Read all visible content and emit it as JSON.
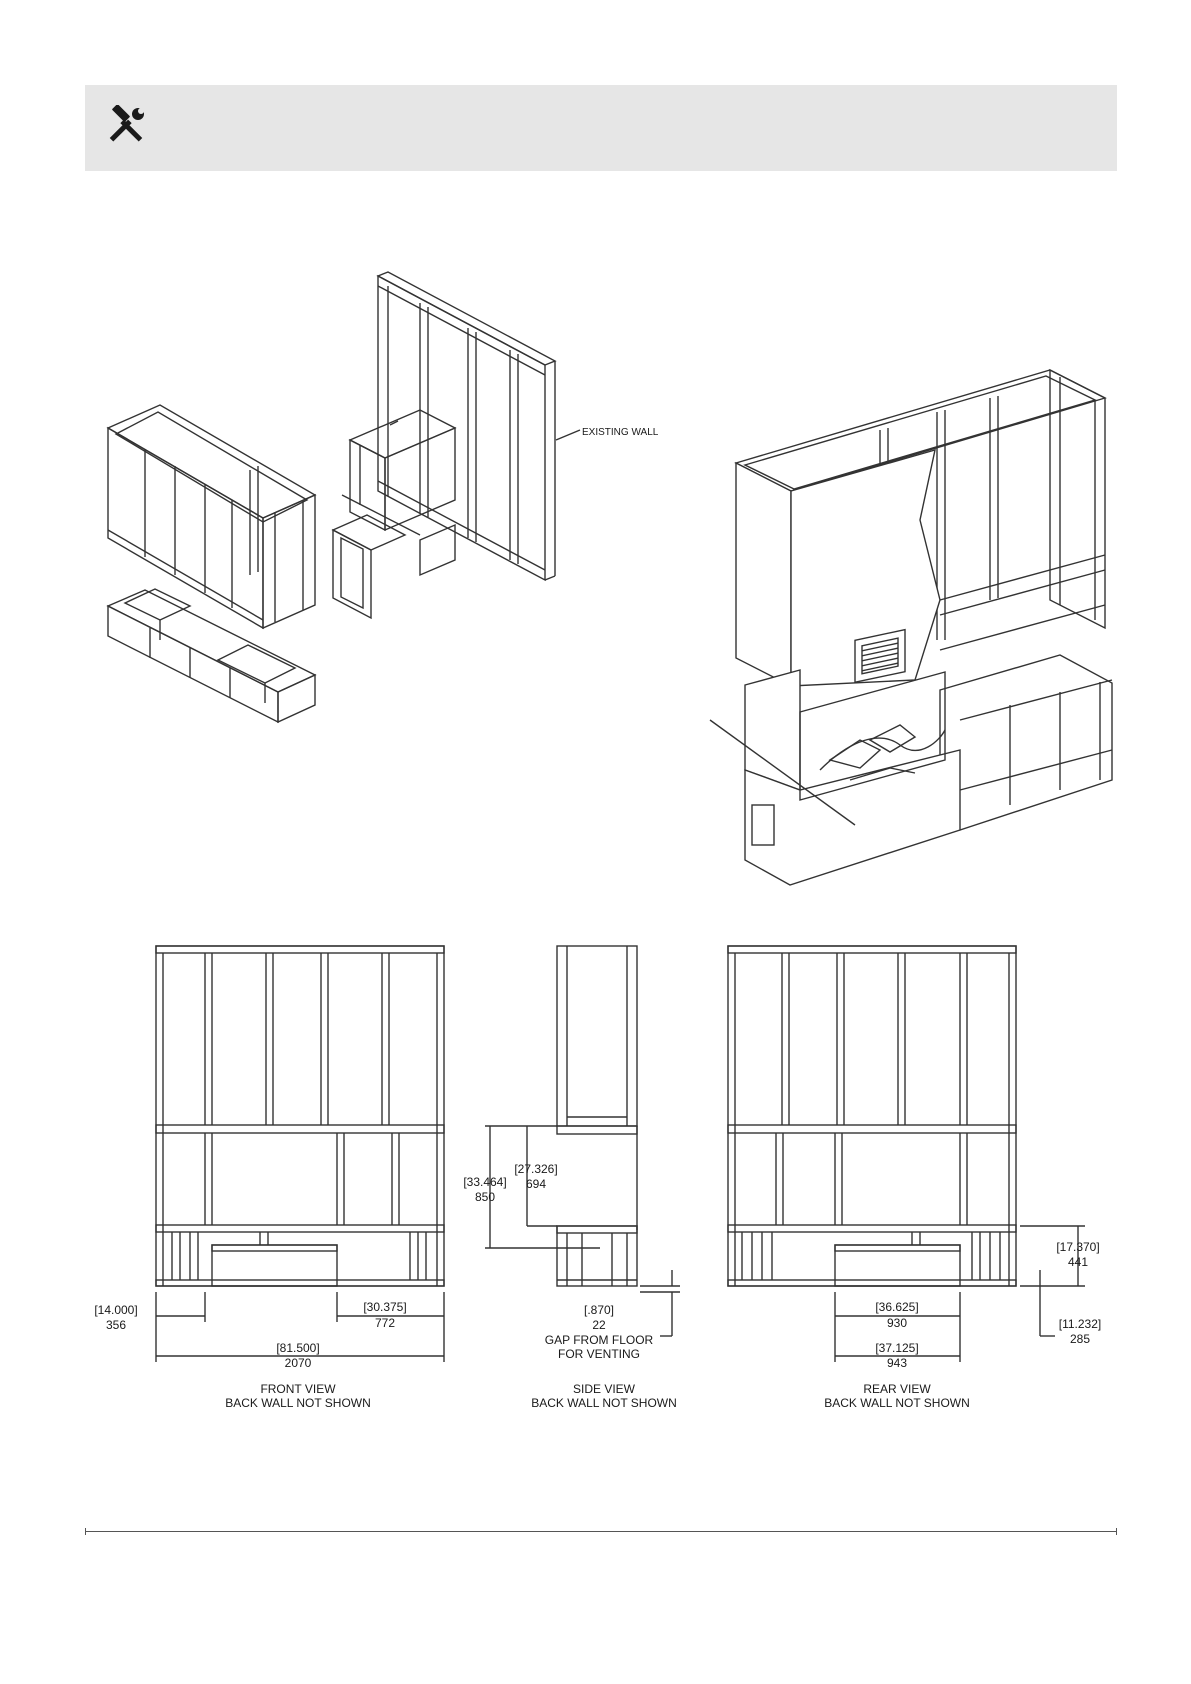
{
  "header": {
    "icon": "hammer-wrench-icon"
  },
  "exploded": {
    "existing_wall_label": "EXISTING WALL"
  },
  "front_view": {
    "title": "FRONT VIEW",
    "subtitle": "BACK WALL NOT SHOWN",
    "dim_left_in": "[14.000]",
    "dim_left_mm": "356",
    "dim_right_in": "[30.375]",
    "dim_right_mm": "772",
    "dim_total_in": "[81.500]",
    "dim_total_mm": "2070"
  },
  "side_view": {
    "title": "SIDE VIEW",
    "subtitle": "BACK WALL NOT SHOWN",
    "dim_opening_outer_in": "[33.464]",
    "dim_opening_outer_mm": "850",
    "dim_opening_inner_in": "[27.326]",
    "dim_opening_inner_mm": "694",
    "dim_gap_in": "[.870]",
    "dim_gap_mm": "22",
    "gap_note_line1": "GAP FROM FLOOR",
    "gap_note_line2": "FOR VENTING"
  },
  "rear_view": {
    "title": "REAR VIEW",
    "subtitle": "BACK WALL NOT SHOWN",
    "dim_inner_in": "[36.625]",
    "dim_inner_mm": "930",
    "dim_outer_in": "[37.125]",
    "dim_outer_mm": "943",
    "dim_height_in": "[17.370]",
    "dim_height_mm": "441",
    "dim_offset_in": "[11.232]",
    "dim_offset_mm": "285"
  }
}
